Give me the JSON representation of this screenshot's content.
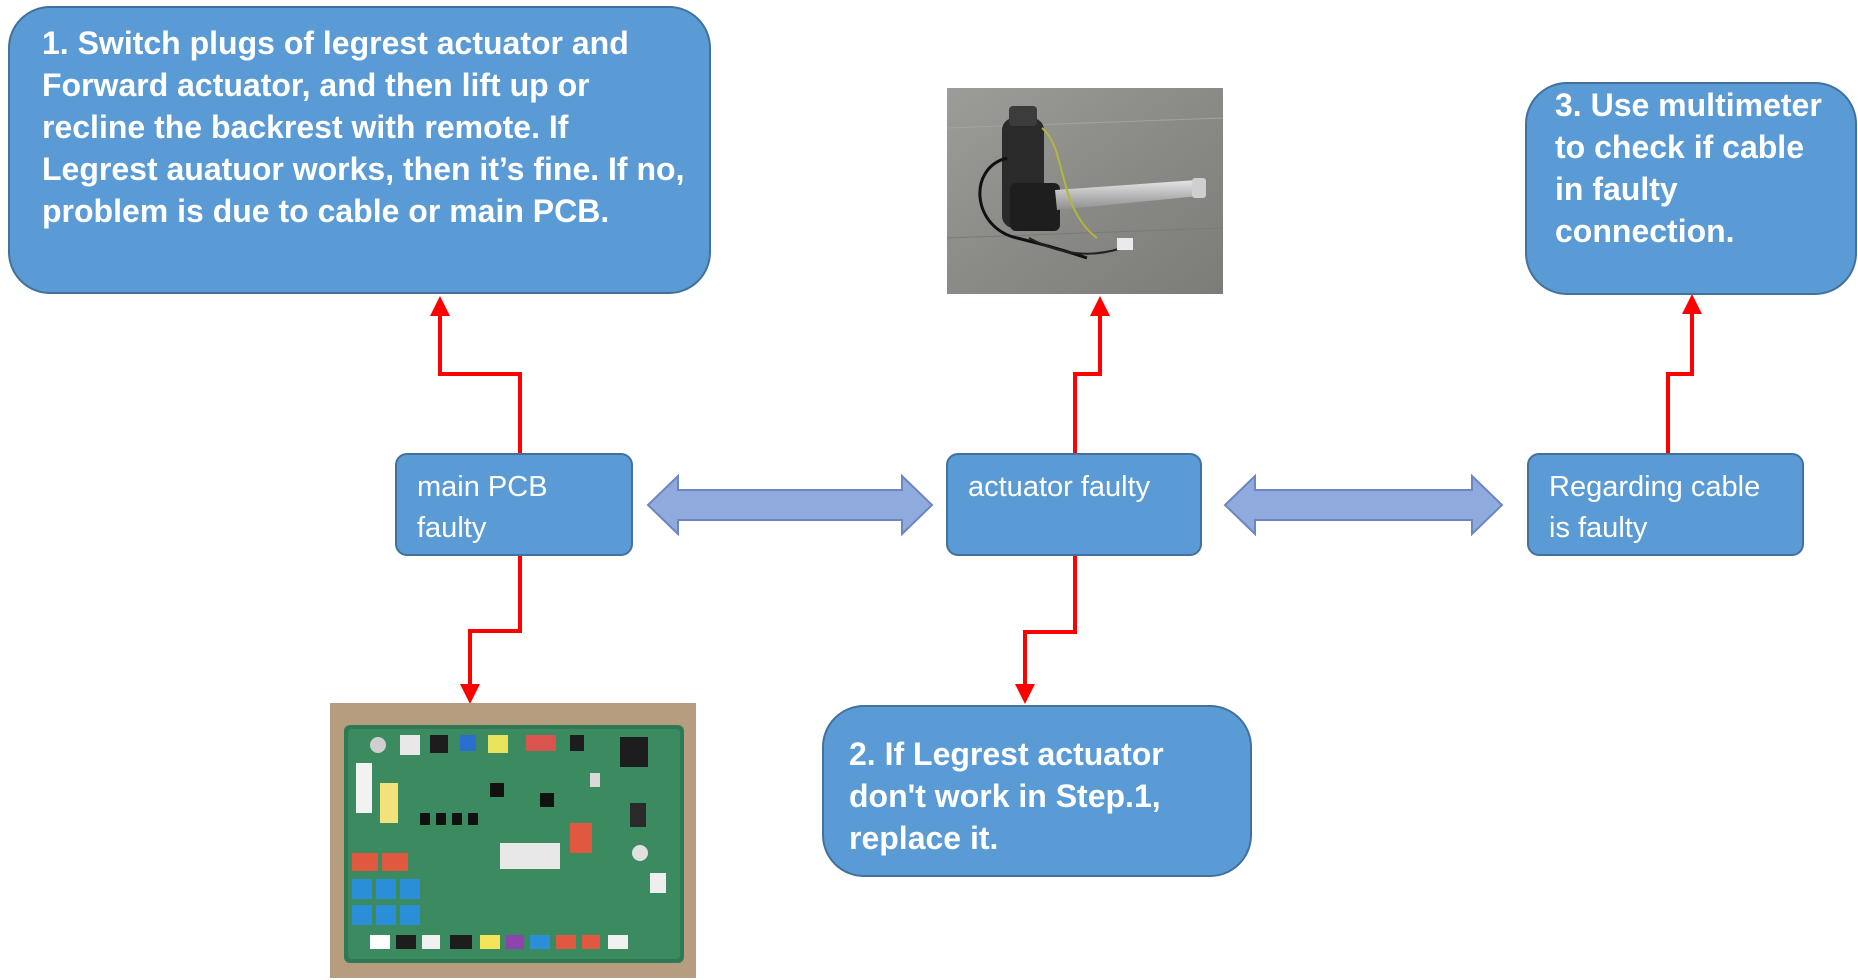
{
  "boxes": {
    "step1": "1. Switch plugs of legrest actuator and Forward actuator, and then lift up or recline the backrest with remote. If Legrest auatuor works, then it’s fine. If no, problem is due to cable or main PCB.",
    "step2": "2. If Legrest actuator don't work in Step.1, replace it.",
    "step3": "3. Use multimeter to check if cable in faulty connection.",
    "main_pcb": "main PCB faulty",
    "actuator": "actuator faulty",
    "cable": "Regarding cable is faulty"
  },
  "colors": {
    "box_fill": "#5b9bd5",
    "box_border": "#41719c",
    "connector": "#ff0000",
    "double_arrow_fill": "#8faadc",
    "double_arrow_border": "#6d86c1"
  },
  "images": {
    "actuator_photo": "linear-actuator-photo",
    "pcb_photo": "main-pcb-board-photo"
  }
}
